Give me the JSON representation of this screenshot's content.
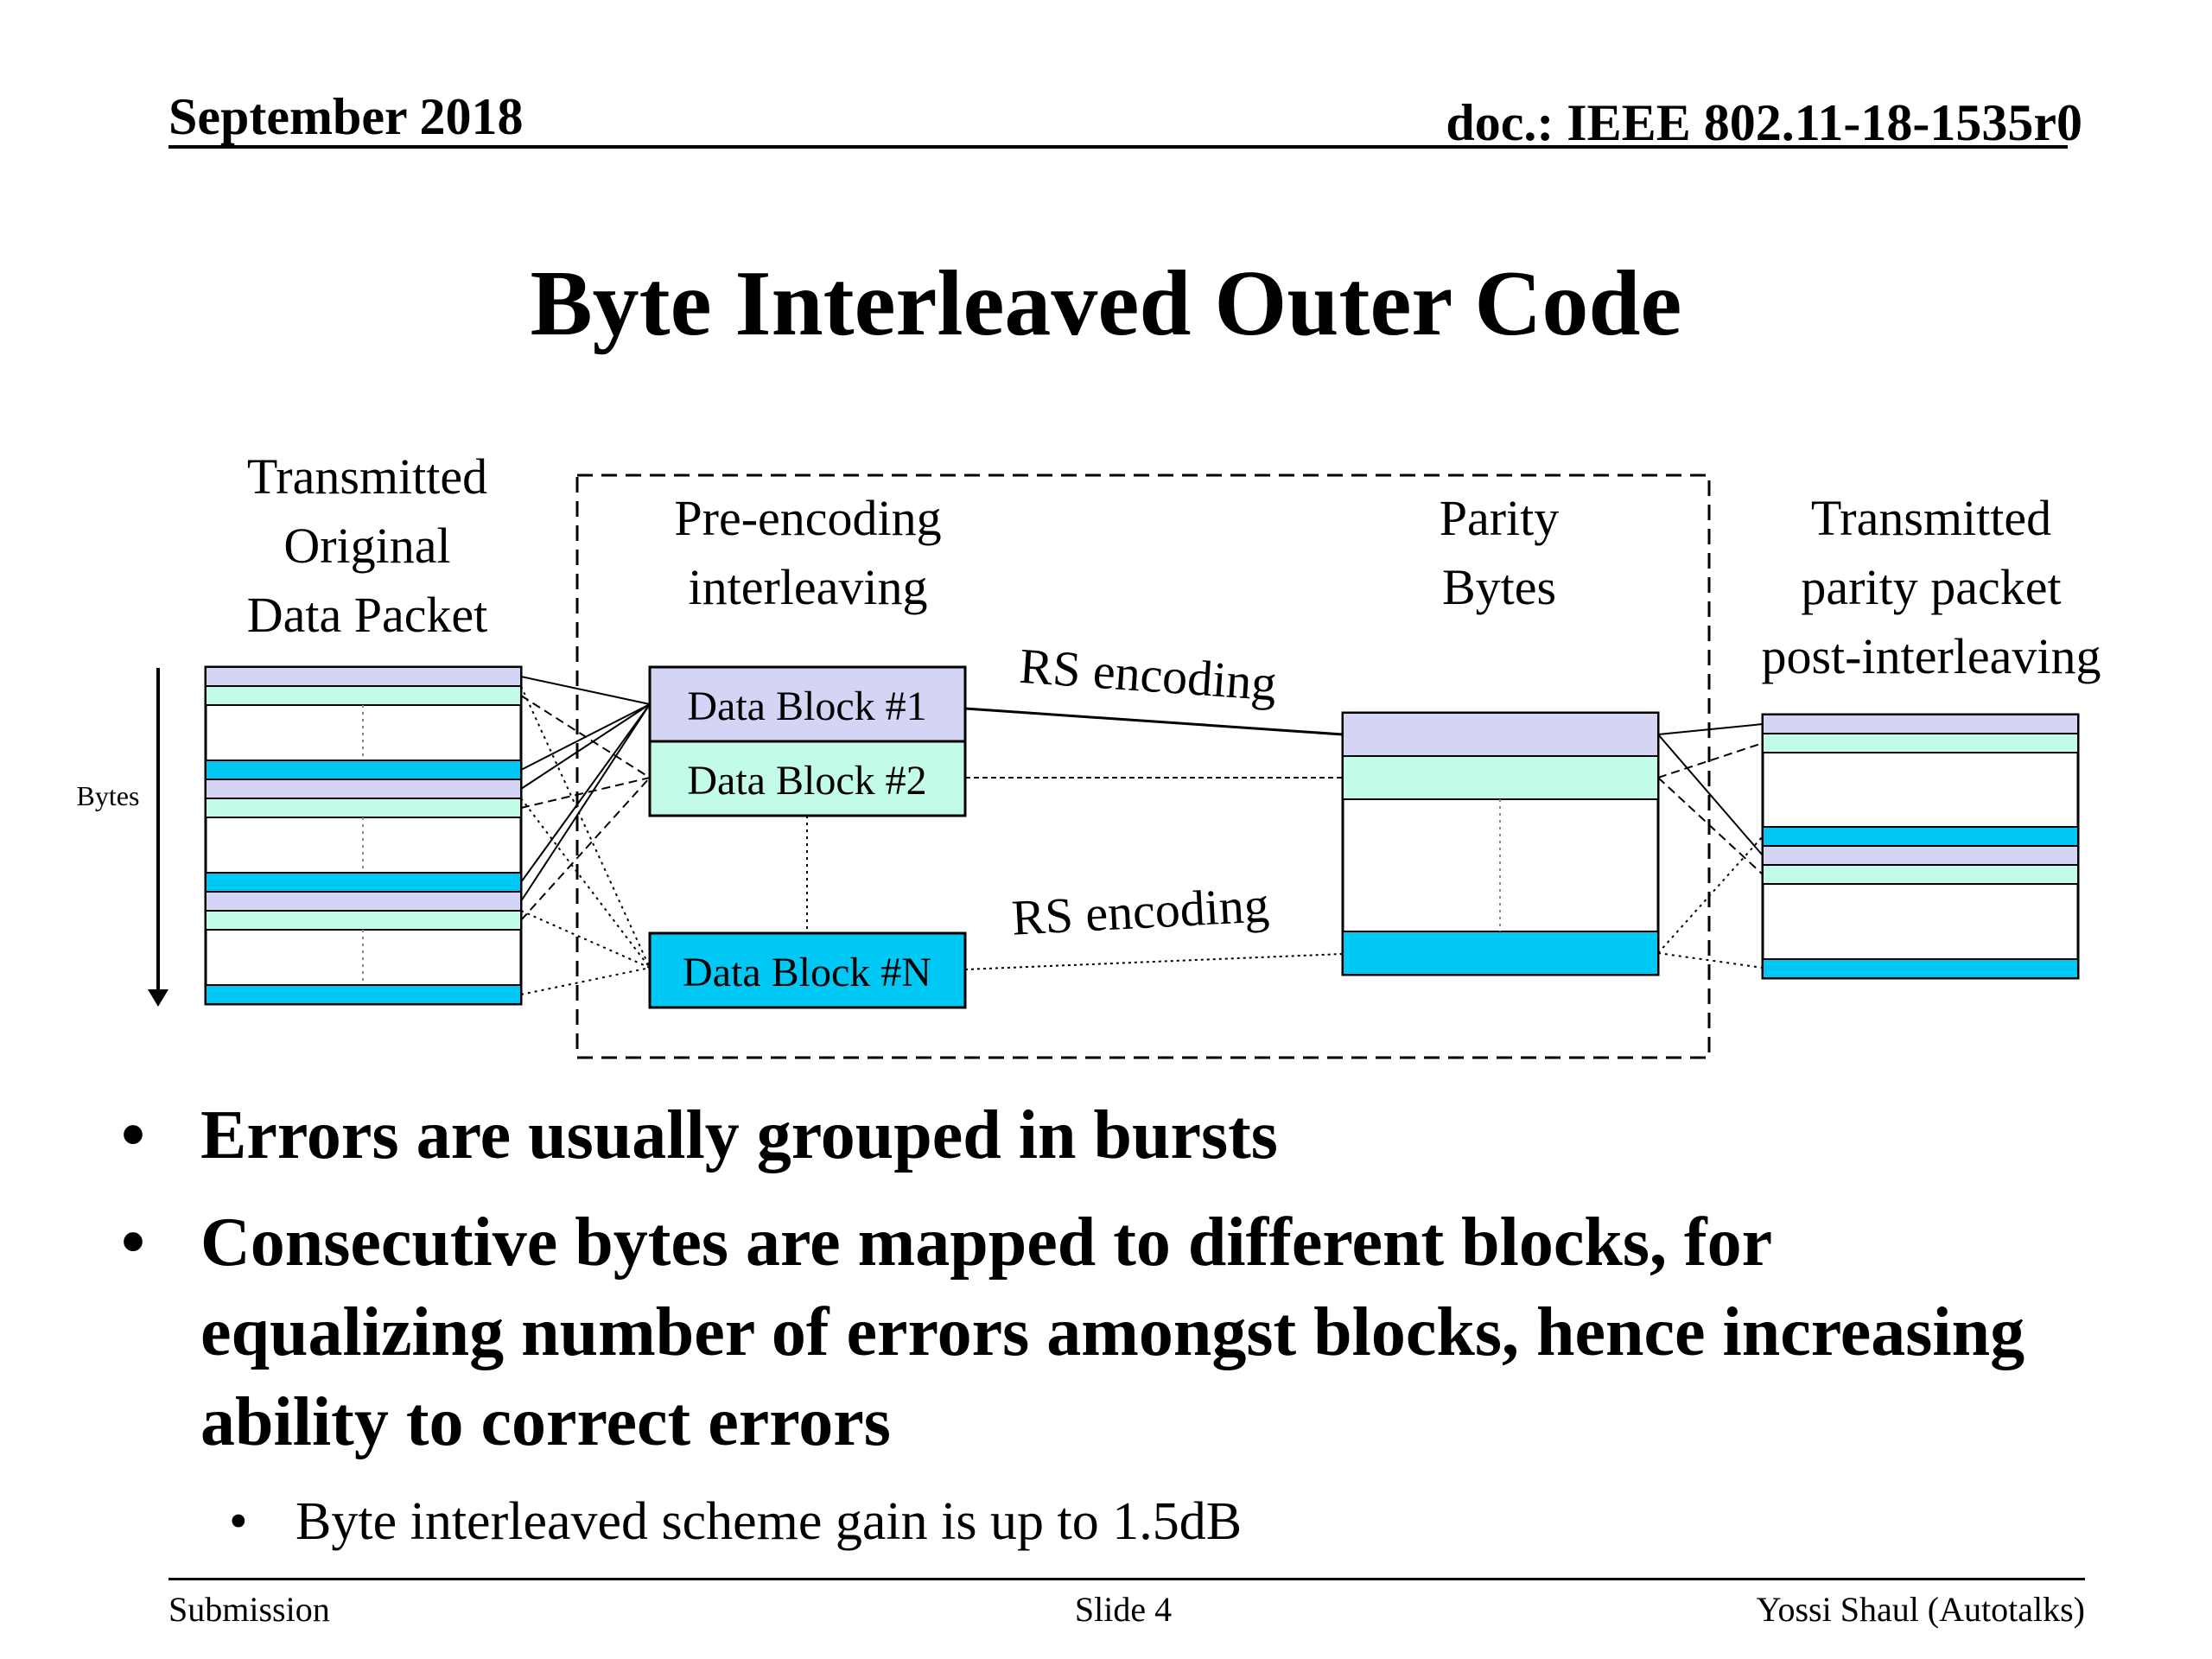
{
  "header": {
    "date": "September 2018",
    "doc_id": "doc.: IEEE 802.11-18-1535r0"
  },
  "title": "Byte Interleaved Outer Code",
  "diagram": {
    "labels": {
      "transmitted_original": [
        "Transmitted",
        "Original",
        "Data Packet"
      ],
      "pre_encoding": [
        "Pre-encoding",
        "interleaving"
      ],
      "parity_bytes": [
        "Parity",
        "Bytes"
      ],
      "transmitted_parity": [
        "Transmitted",
        "parity packet",
        "post-interleaving"
      ],
      "bytes_axis": "Bytes",
      "rs_encoding_top": "RS encoding",
      "rs_encoding_bottom": "RS encoding"
    },
    "blocks": [
      "Data Block #1",
      "Data Block #2",
      "Data Block #N"
    ],
    "colors": {
      "block1": "#d4d4f4",
      "block2": "#c2fbe7",
      "blockN": "#00c8f5"
    }
  },
  "bullets": [
    "Errors are usually grouped in bursts",
    [
      "Consecutive bytes are mapped to different blocks, for",
      "equalizing number of errors amongst blocks, hence increasing",
      "ability to correct errors"
    ]
  ],
  "sub_bullets": [
    "Byte interleaved scheme gain is up to 1.5dB"
  ],
  "footer": {
    "left": "Submission",
    "center": "Slide 4",
    "right": "Yossi Shaul (Autotalks)"
  }
}
